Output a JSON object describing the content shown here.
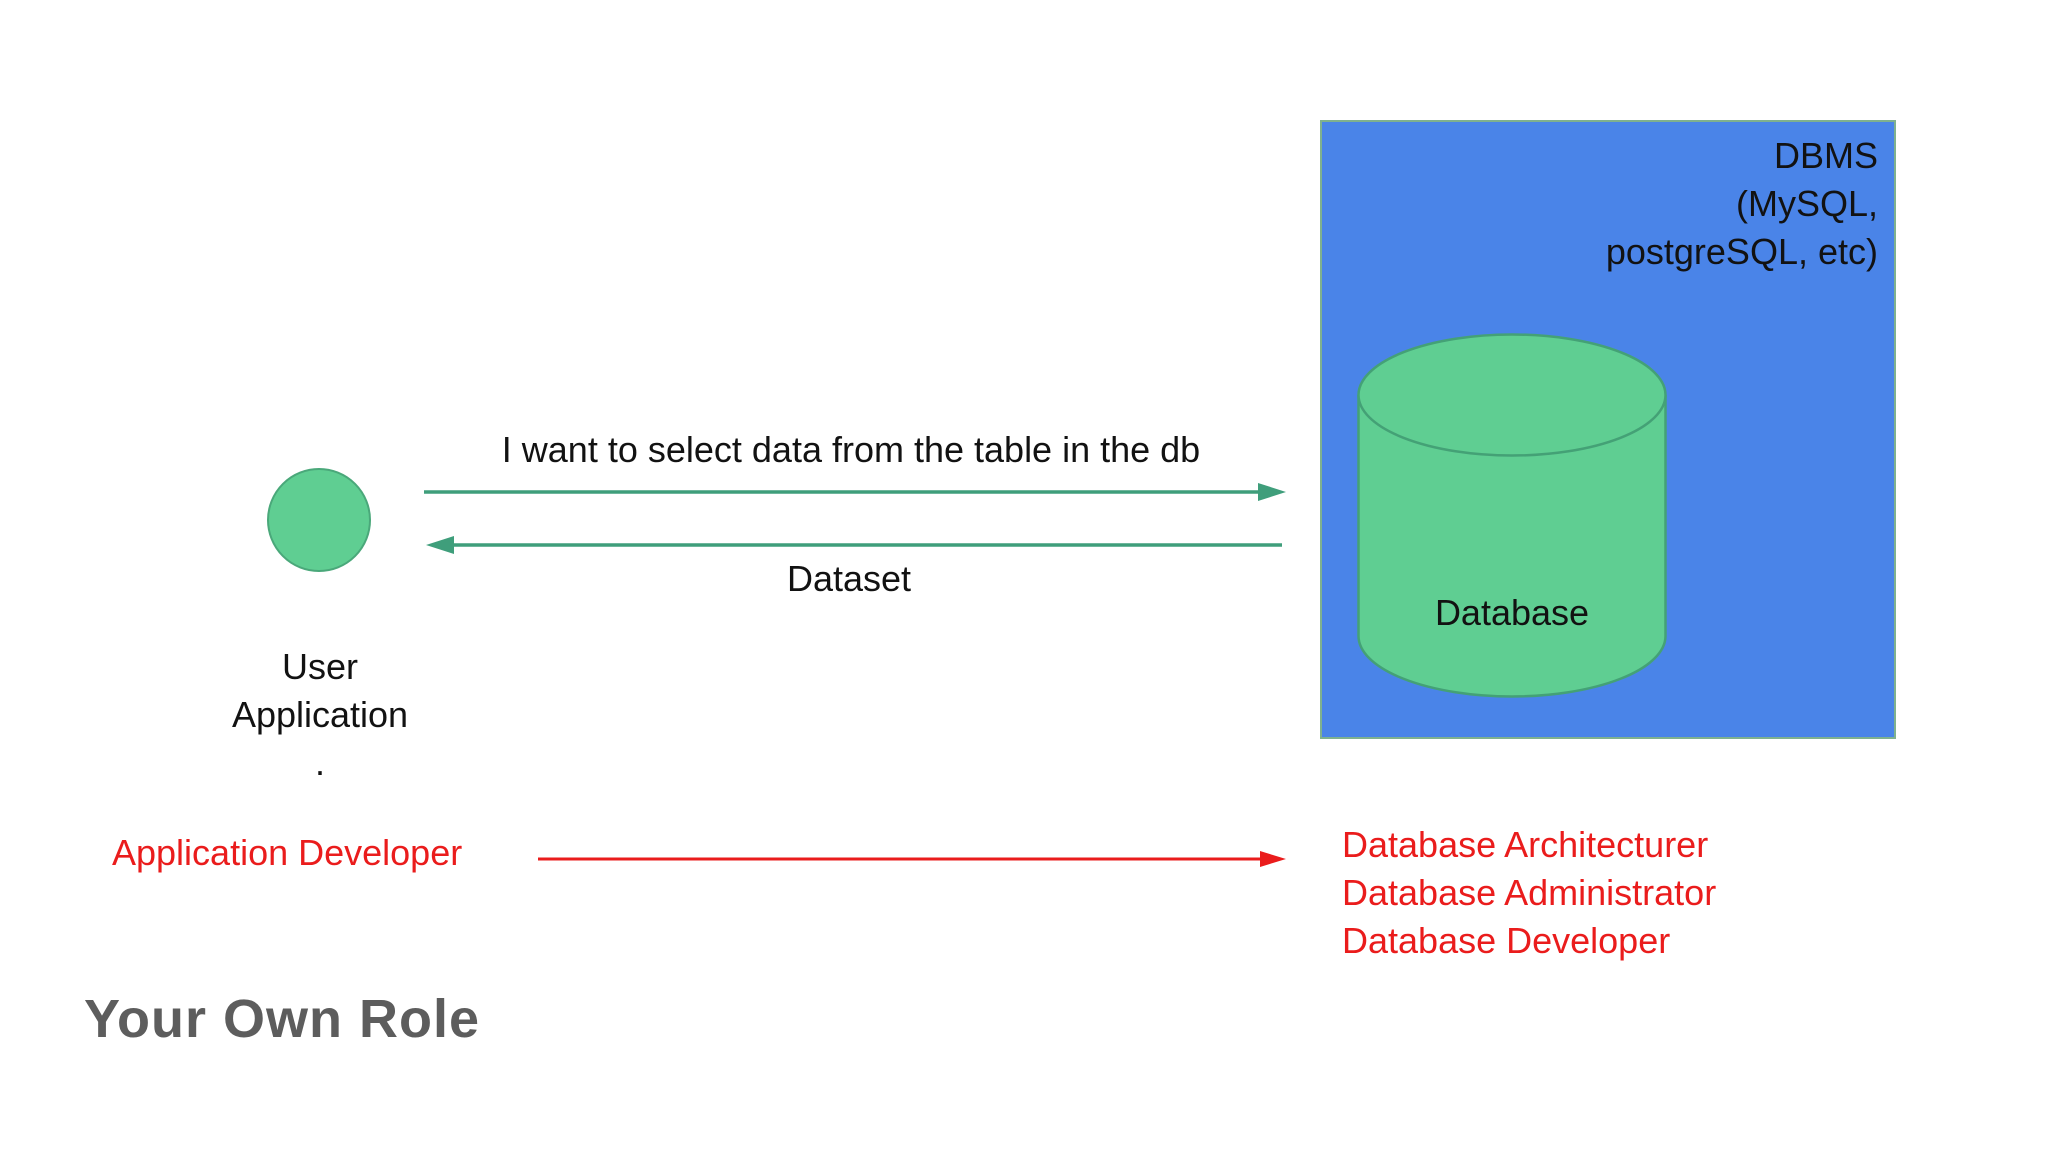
{
  "slide": {
    "title": "Your Own Role"
  },
  "colors": {
    "dbms_box_fill": "#4a84e8",
    "dbms_box_border": "#7fb18f",
    "shape_green_fill": "#5fce92",
    "shape_green_stroke": "#44a176",
    "arrow_green": "#3f9e7b",
    "role_red": "#ea1c1c",
    "title_gray": "#5d5d5d",
    "text_black": "#121212"
  },
  "user_application": {
    "label_lines": [
      "User",
      "Application",
      "."
    ]
  },
  "dbms": {
    "title_lines": [
      "DBMS",
      "(MySQL,",
      "postgreSQL, etc)"
    ],
    "database_label": "Database"
  },
  "messages": {
    "request": "I want to select data from the table in the db",
    "response": "Dataset"
  },
  "roles": {
    "left": "Application Developer",
    "right": [
      "Database Architecturer",
      "Database Administrator",
      "Database Developer"
    ]
  }
}
